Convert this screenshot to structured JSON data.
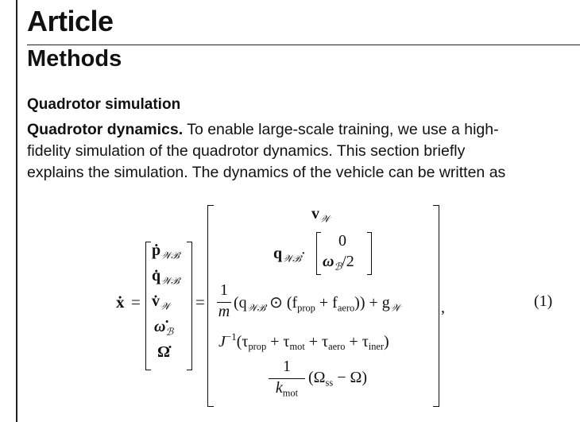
{
  "header": {
    "article": "Article",
    "section": "Methods"
  },
  "subsection": "Quadrotor simulation",
  "paragraph": {
    "lead": "Quadrotor dynamics.",
    "line1_rest": " To enable large-scale training, we use a high-",
    "line2": "fidelity simulation of the quadrotor dynamics. This section briefly",
    "line3": "explains the simulation. The dynamics of the vehicle can be written as"
  },
  "equation": {
    "lhs": "ẋ",
    "equals": "=",
    "state": [
      "ṗ",
      "q̇",
      "v̇",
      "ω̇",
      "Ω̇"
    ],
    "state_subs": [
      "𝒲ℬ",
      "𝒲ℬ",
      "𝒲",
      "ℬ",
      ""
    ],
    "row1": "v",
    "row1_sub": "𝒲",
    "row2_q": "q",
    "row2_sub": "𝒲ℬ",
    "row2_dot": "·",
    "row2_vec_top": "0",
    "row2_vec_bot_sym": "ω",
    "row2_vec_bot_sub": "ℬ",
    "row2_vec_bot_rest": "/2",
    "row3_num": "1",
    "row3_den": "m",
    "row3_body": "(q",
    "row3_body2": " ⊙ (f",
    "row3_prop": "prop",
    "row3_plus": " + f",
    "row3_aero": "aero",
    "row3_close": ")) + g",
    "row4_J": "J",
    "row4_exp": "−1",
    "row4_open": "(τ",
    "row4_t1": "prop",
    "row4_t2": "mot",
    "row4_t3": "aero",
    "row4_t4": "iner",
    "row4_plus": " + τ",
    "row4_close": ")",
    "row5_num": "1",
    "row5_den_k": "k",
    "row5_den_sub": "mot",
    "row5_body": "(Ω",
    "row5_ss": "ss",
    "row5_rest": " − Ω)",
    "comma": ",",
    "number": "(1)"
  }
}
